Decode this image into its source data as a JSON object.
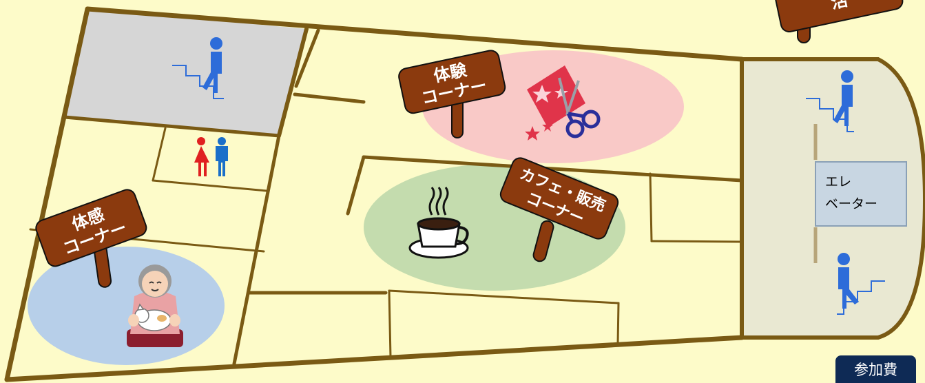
{
  "signs": {
    "taiken": [
      "体験",
      "コーナー"
    ],
    "taikan": [
      "体感",
      "コーナー"
    ],
    "cafe": [
      "カフェ・販売",
      "コーナー"
    ],
    "top_right": [
      "活"
    ]
  },
  "elevator": {
    "line1": "エレ",
    "line2": "ベーター"
  },
  "fee_badge": "参加費",
  "icons": [
    "stairs-up-icon",
    "restroom-icon",
    "crafts-scissors-icon",
    "coffee-cup-icon",
    "grandmother-with-cat-icon",
    "stairs-down-icon"
  ],
  "colors": {
    "floor": "#fdfbc9",
    "wall": "#7a5a14",
    "sign": "#8b3a0e",
    "taiken_zone": "#f9c9c7",
    "cafe_zone": "#c4dcae",
    "taikan_zone": "#b7cfe9",
    "stair_room": "#d6d6d6",
    "elevator_hall": "#e9e8d2",
    "elevator": "#c8d6e2",
    "person_blue": "#2d6cd9",
    "badge": "#0e2a55"
  }
}
